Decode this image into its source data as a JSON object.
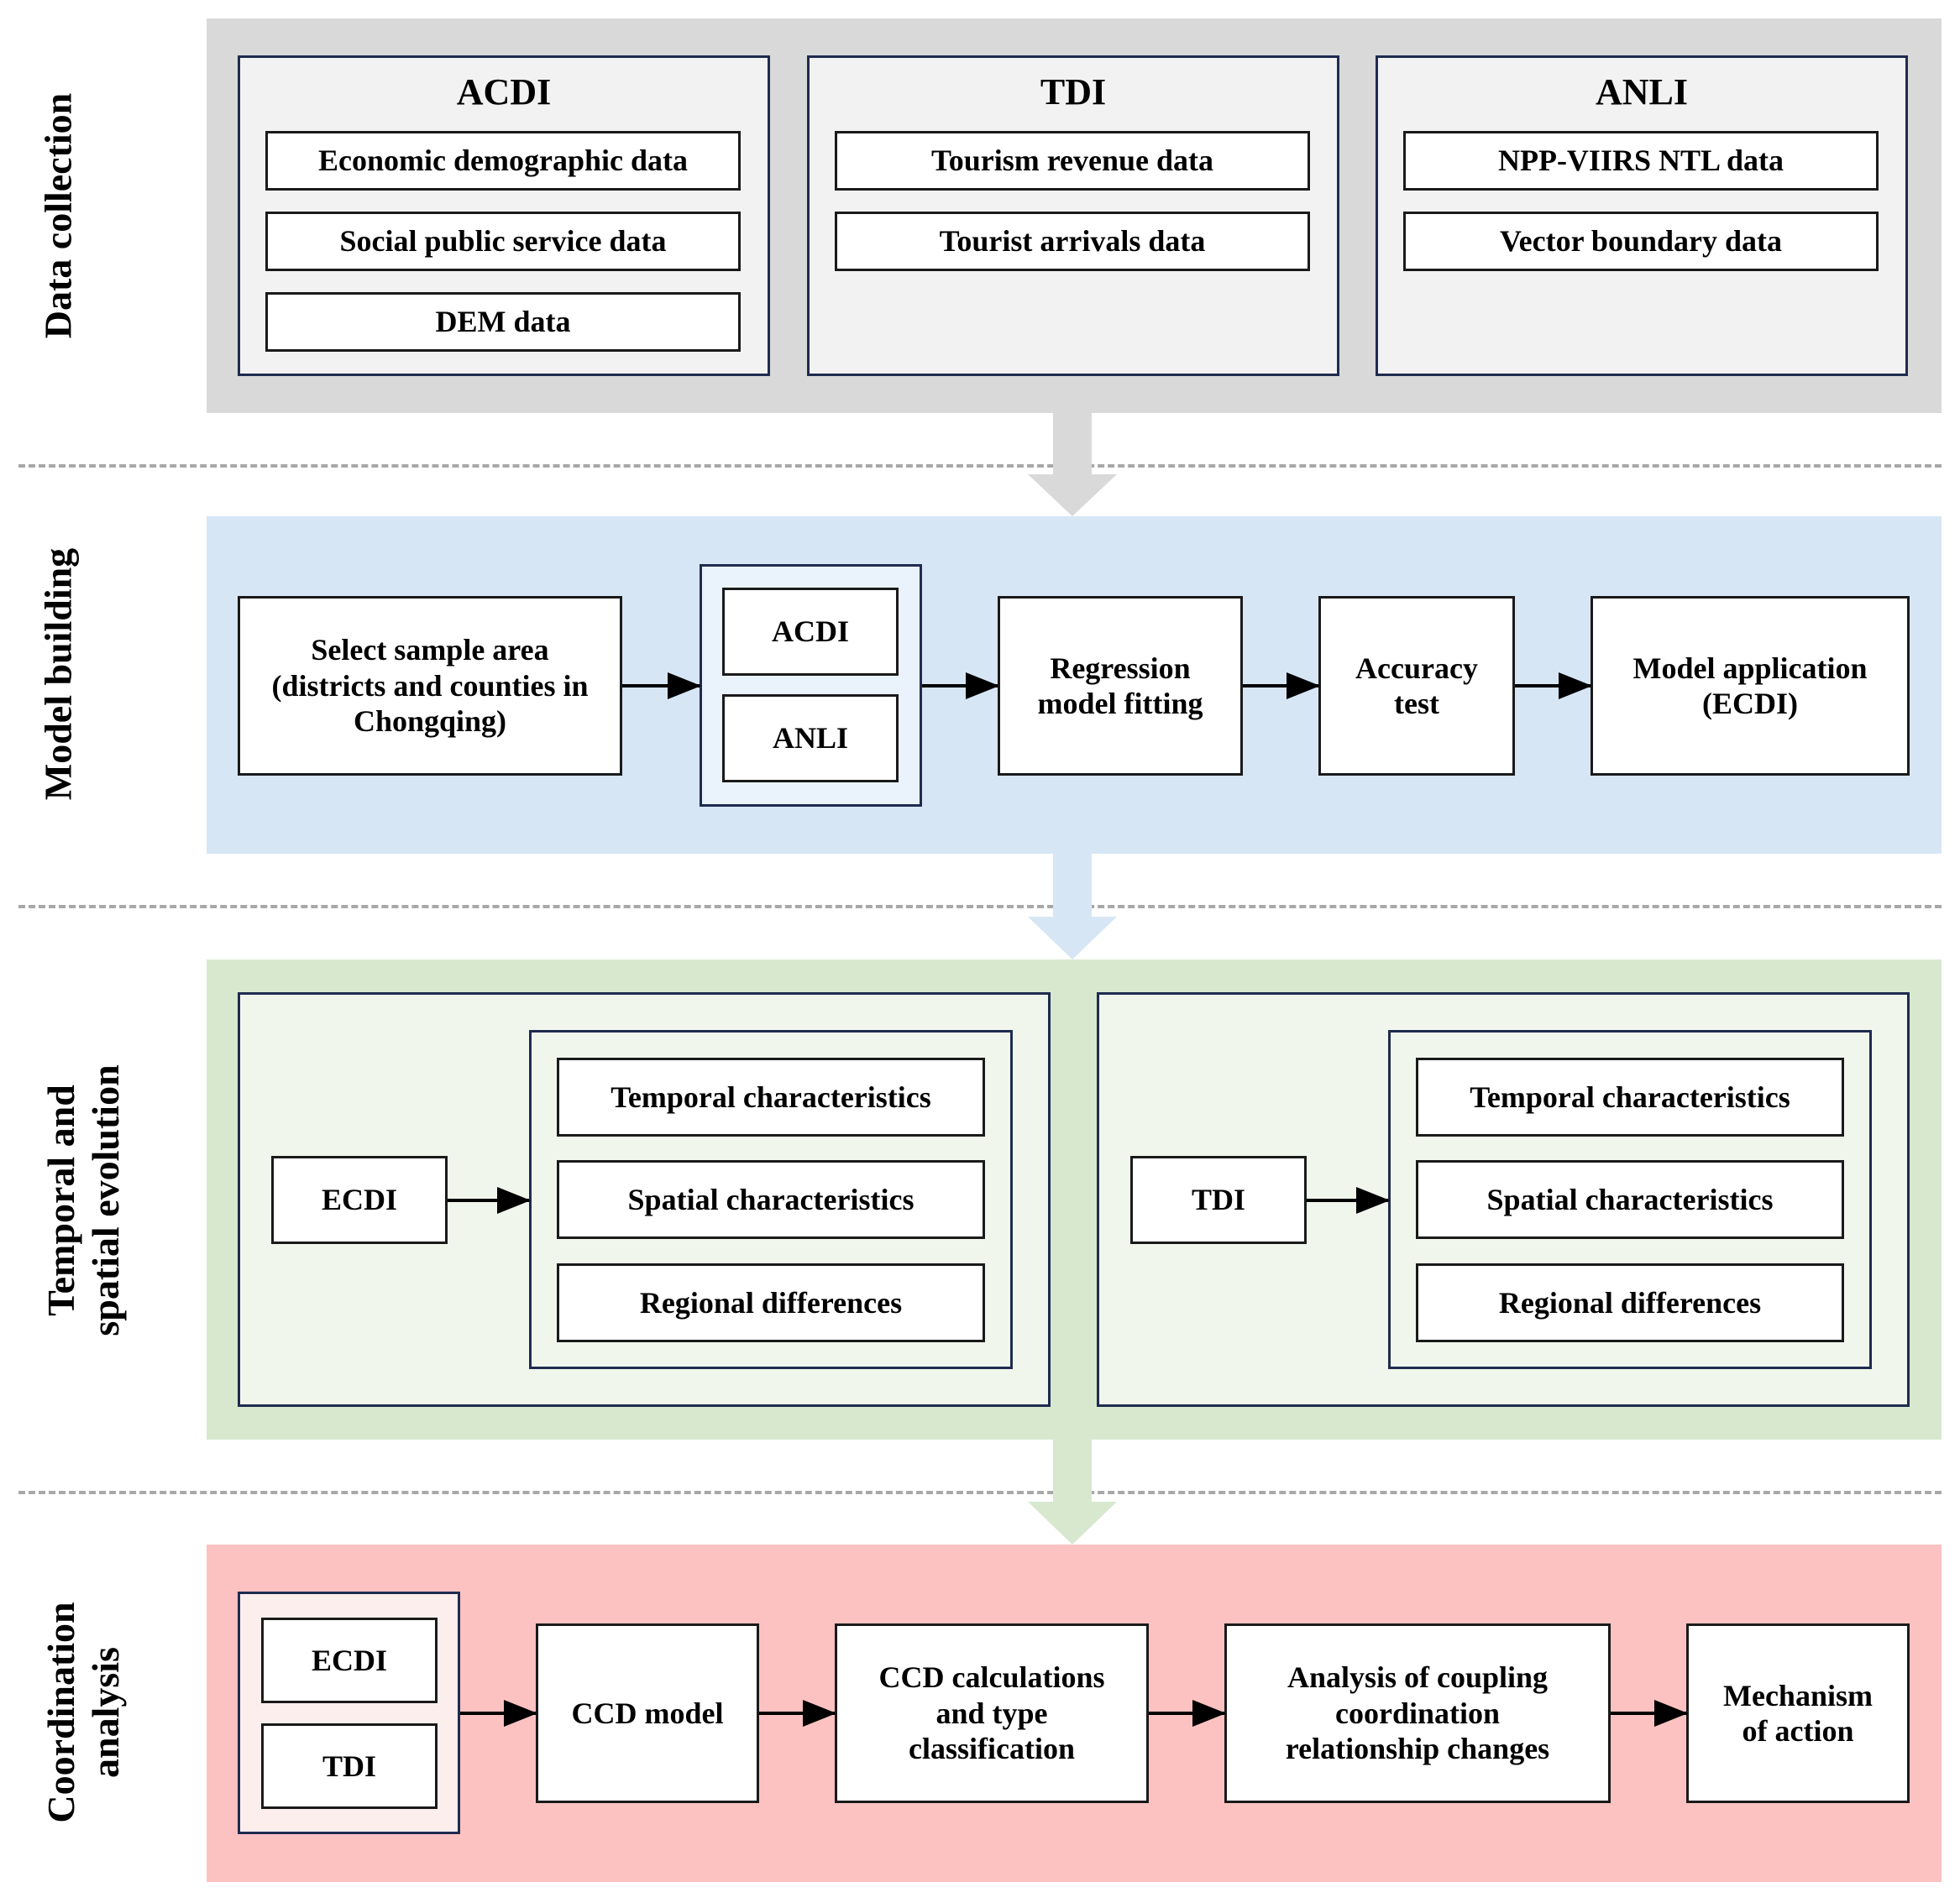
{
  "stages": {
    "data_collection": {
      "label": "Data collection",
      "groups": [
        {
          "title": "ACDI",
          "items": [
            "Economic demographic data",
            "Social public service data",
            "DEM data"
          ]
        },
        {
          "title": "TDI",
          "items": [
            "Tourism revenue data",
            "Tourist arrivals data"
          ]
        },
        {
          "title": "ANLI",
          "items": [
            "NPP-VIIRS NTL data",
            "Vector boundary data"
          ]
        }
      ]
    },
    "model_building": {
      "label": "Model building",
      "sample_area": "Select sample area (districts and counties in Chongqing)",
      "inputs": [
        "ACDI",
        "ANLI"
      ],
      "regression": "Regression model fitting",
      "accuracy": "Accuracy test",
      "application": "Model application (ECDI)"
    },
    "temporal_spatial": {
      "label_line1": "Temporal and",
      "label_line2": "spatial evolution",
      "panels": [
        {
          "index": "ECDI",
          "items": [
            "Temporal characteristics",
            "Spatial characteristics",
            "Regional differences"
          ]
        },
        {
          "index": "TDI",
          "items": [
            "Temporal characteristics",
            "Spatial characteristics",
            "Regional differences"
          ]
        }
      ]
    },
    "coordination": {
      "label_line1": "Coordination",
      "label_line2": "analysis",
      "inputs": [
        "ECDI",
        "TDI"
      ],
      "ccd_model": "CCD model",
      "ccd_calc": "CCD calculations and type classification",
      "coupling": "Analysis of coupling coordination relationship changes",
      "mechanism": "Mechanism of action"
    }
  },
  "colors": {
    "data_collection_band": "#d9d9d9",
    "model_building_band": "#d6e6f5",
    "temporal_band": "#d8e8cf",
    "coordination_band": "#fcc2c2"
  }
}
